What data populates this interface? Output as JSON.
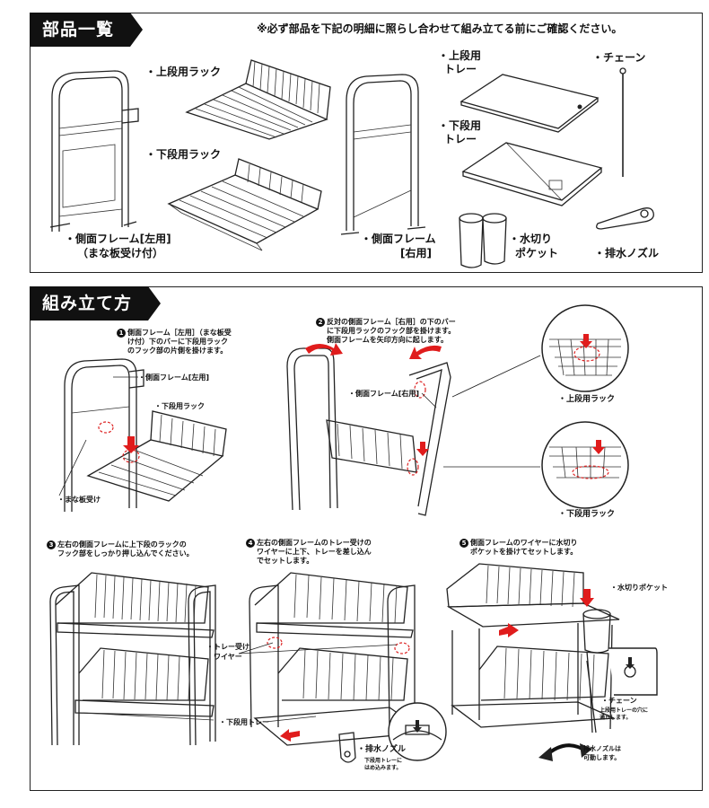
{
  "parts_section": {
    "title": "部品一覧",
    "note": "※必ず部品を下記の明細に照らし合わせて組み立てる前にご確認ください。",
    "items": {
      "upper_rack": "・上段用ラック",
      "lower_rack": "・下段用ラック",
      "left_frame_line1": "・側面フレーム[左用]",
      "left_frame_line2": "（まな板受け付）",
      "right_frame_line1": "・側面フレーム",
      "right_frame_line2": "[右用]",
      "upper_tray_line1": "・上段用",
      "upper_tray_line2": "トレー",
      "lower_tray_line1": "・下段用",
      "lower_tray_line2": "トレー",
      "chain": "・チェーン",
      "pocket_line1": "・水切り",
      "pocket_line2": "ポケット",
      "nozzle": "・排水ノズル"
    }
  },
  "assembly_section": {
    "title": "組み立て方",
    "step1": {
      "num": "1",
      "line1": "側面フレーム［左用］（まな板受",
      "line2": "け付）下のバーに下段用ラック",
      "line3": "のフック部の片側を掛けます。",
      "label_frame": "・側面フレーム[左用]",
      "label_rack": "・下段用ラック",
      "label_board": "・まな板受け"
    },
    "step2": {
      "num": "2",
      "line1": "反対の側面フレーム［右用］の下のバー",
      "line2": "に下段用ラックのフック部を掛けます。",
      "line3": "側面フレームを矢印方向に起します。",
      "label_frame": "・側面フレーム[右用]",
      "label_upper": "・上段用ラック",
      "label_lower": "・下段用ラック"
    },
    "step3": {
      "num": "3",
      "line1": "左右の側面フレームに上下段のラックの",
      "line2": "フック部をしっかり押し込んでください。"
    },
    "step4": {
      "num": "4",
      "line1": "左右の側面フレームのトレー受けの",
      "line2": "ワイヤーに上下、トレーを差し込ん",
      "line3": "でセットします。",
      "label_wire1": "・トレー受け",
      "label_wire2": "ワイヤー",
      "label_tray": "・下段用トレー",
      "label_nozzle": "・排水ノズル",
      "nozzle_note1": "下段用トレーに",
      "nozzle_note2": "はめ込みます。"
    },
    "step5": {
      "num": "5",
      "line1": "側面フレームのワイヤーに水切り",
      "line2": "ポケットを掛けてセットします。",
      "label_pocket": "・水切りポケット",
      "label_chain": "・チェーン",
      "chain_note1": "上段用トレーの穴に",
      "chain_note2": "通らします。",
      "nozzle_note1": "排水ノズルは",
      "nozzle_note2": "可動します。"
    }
  }
}
